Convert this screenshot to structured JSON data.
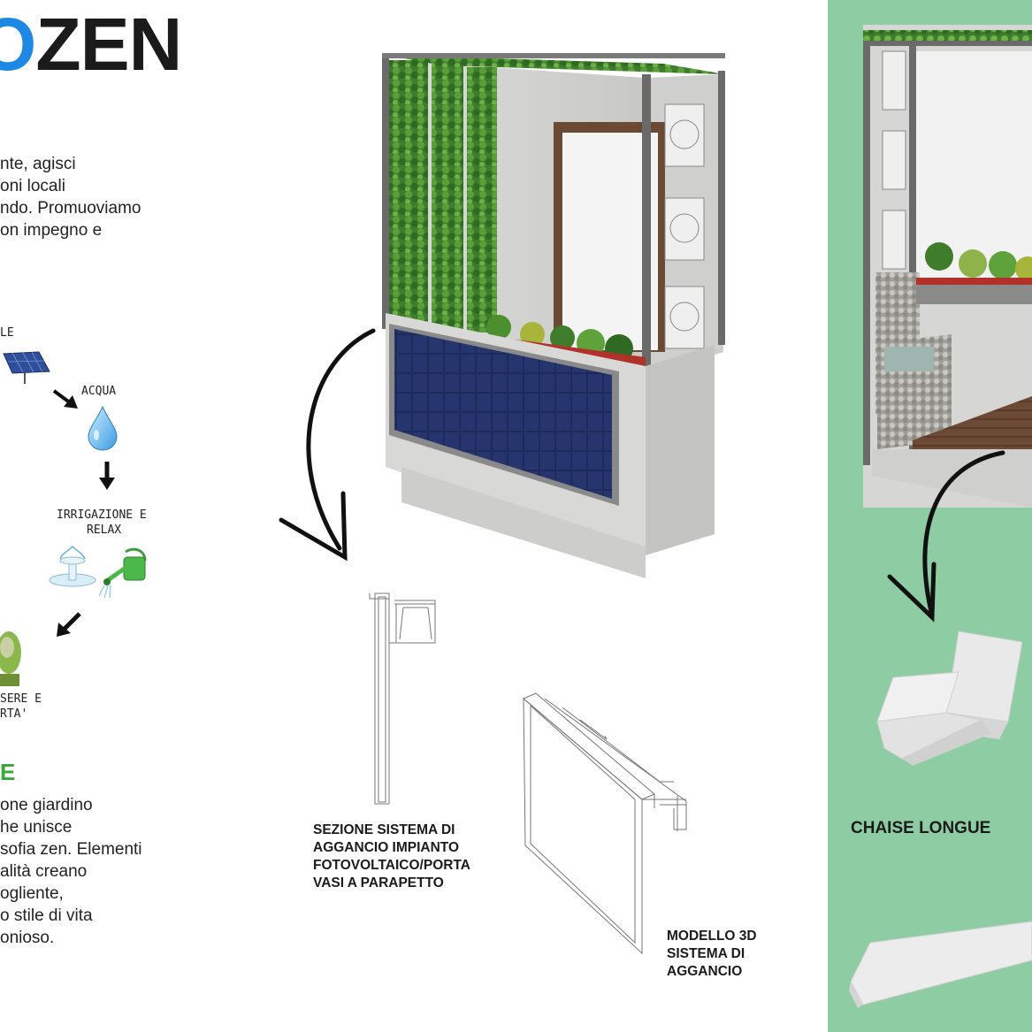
{
  "header": {
    "title_o": "O",
    "title_rest": "ZEN"
  },
  "intro": {
    "text": "nte, agisci\noni locali\nndo. Promuoviamo\non impegno e"
  },
  "cycle": {
    "sun_label": "LE",
    "water_label": "ACQUA",
    "irrigation_label_1": "IRRIGAZIONE E",
    "irrigation_label_2": "RELAX",
    "wellbeing_label_1": "SERE E",
    "wellbeing_label_2": "RTA'"
  },
  "section2": {
    "heading": "E",
    "text": "one giardino\nhe unisce\nsofia zen. Elementi\nalità creano\nogliente,\no stile di vita\nonioso."
  },
  "captions": {
    "section_system": [
      "SEZIONE SISTEMA DI",
      "AGGANCIO IMPIANTO",
      "FOTOVOLTAICO/PORTA",
      "VASI A PARAPETTO"
    ],
    "model_3d": [
      "MODELLO 3D",
      "SISTEMA DI",
      "AGGANCIO"
    ],
    "chaise": "CHAISE LONGUE"
  },
  "colors": {
    "accent_blue": "#1e88e5",
    "accent_green": "#3aa63a",
    "panel_green": "#8ecda3"
  },
  "icons": [
    "solar-panel-icon",
    "water-drop-icon",
    "fountain-icon",
    "watering-can-icon",
    "plant-icon",
    "arrow-icon"
  ]
}
